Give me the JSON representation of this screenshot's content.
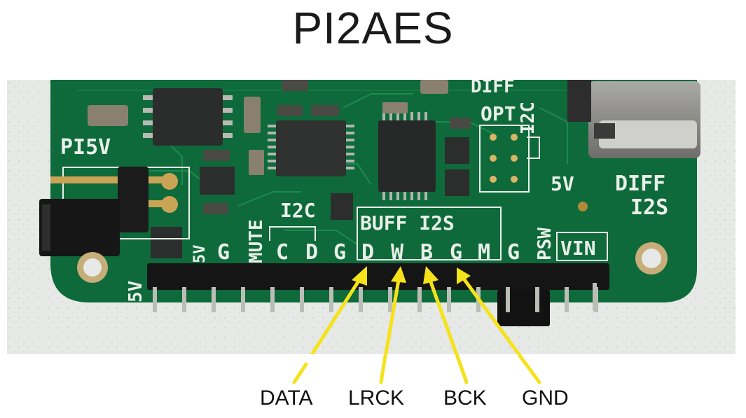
{
  "title": "PI2AES",
  "board": {
    "silkscreen": {
      "pi5v": "PI5V",
      "diff_top": "DIFF",
      "opt": "OPT",
      "i2c_right": "I2C",
      "five_v_right": "5V",
      "diff_i2s_1": "DIFF",
      "diff_i2s_2": "I2S",
      "mute": "MUTE",
      "i2c_left": "I2C",
      "buff_i2s": "BUFF I2S",
      "psw": "PSW",
      "vin": "VIN",
      "five_v_left": "5V",
      "five_v_small": "5V",
      "pins": [
        "G",
        "C",
        "D",
        "G",
        "D",
        "W",
        "B",
        "G",
        "M",
        "G"
      ]
    },
    "colors": {
      "pcb": "#0e6a3a",
      "silkscreen": "#e9efe9",
      "arrow": "#f5e21a",
      "background": "#e9ece9"
    }
  },
  "annotations": [
    "DATA",
    "LRCK",
    "BCK",
    "GND"
  ]
}
